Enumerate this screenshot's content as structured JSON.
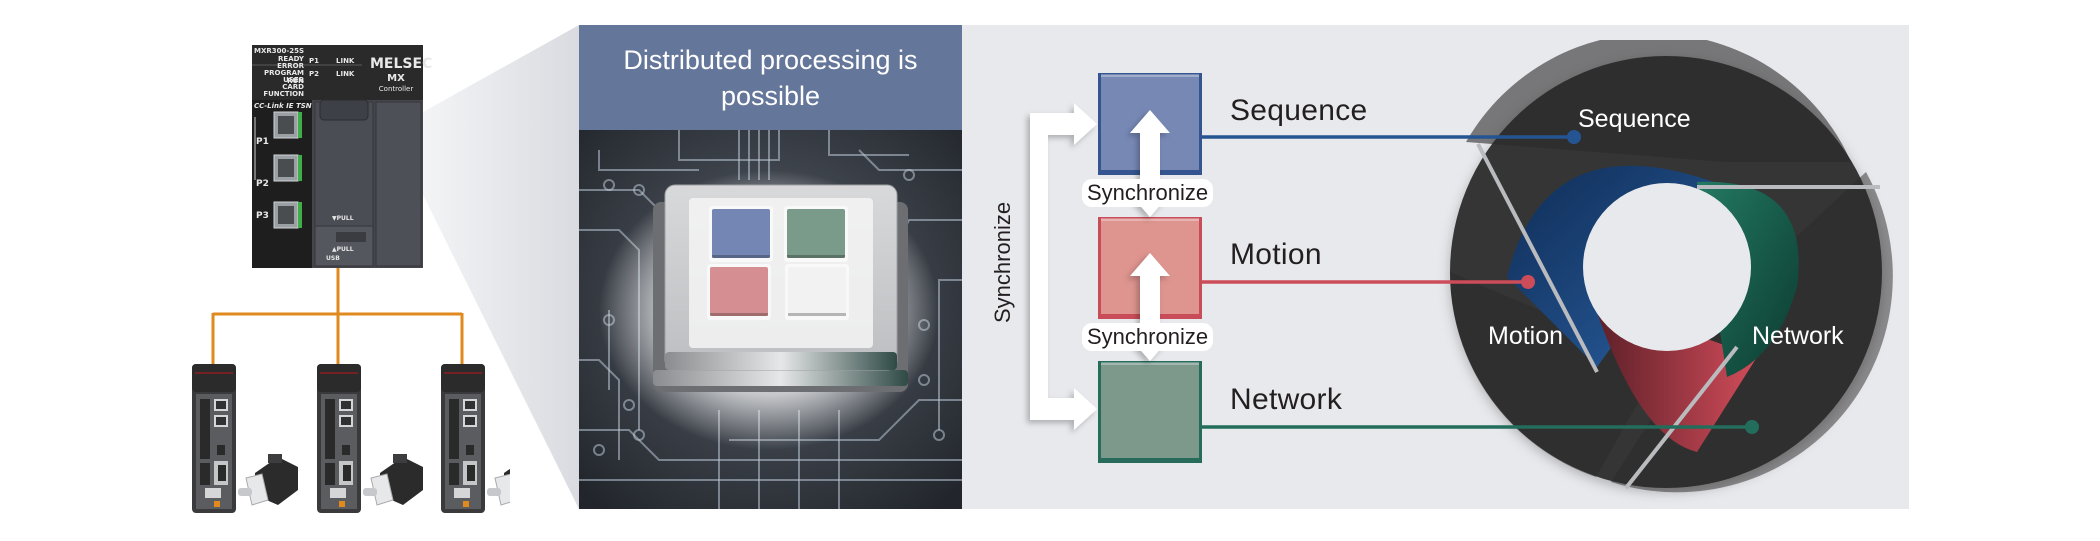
{
  "diagram": {
    "title": "Distributed processing is possible",
    "controller": {
      "model": "MXR300-25S",
      "brand": "MELSEC",
      "series": "MX",
      "type": "Controller",
      "status_leds": [
        "READY",
        "ERROR",
        "PROGRAM RUN",
        "USER",
        "CARD",
        "FUNCTION"
      ],
      "port_labels": [
        "P1",
        "P2",
        "P3"
      ],
      "link_label": "LINK",
      "network_label": "CC-Link IE TSN",
      "pull_top": "▼PULL",
      "pull_bottom": "▲PULL",
      "usb_label": "USB"
    },
    "servo_count": 3,
    "network_line_color": "#e08a1e",
    "chip_tiles": [
      {
        "name": "sequence",
        "color": "#7487b4"
      },
      {
        "name": "network",
        "color": "#7a9a8a"
      },
      {
        "name": "motion",
        "color": "#d58f92"
      },
      {
        "name": "spare",
        "color": "#f2f2f2"
      }
    ],
    "processes": [
      {
        "label": "Sequence",
        "color": "#7788b5",
        "edge": "#34558f",
        "line": "#245592"
      },
      {
        "label": "Motion",
        "color": "#de948f",
        "edge": "#c84d58",
        "line": "#cc4c5a"
      },
      {
        "label": "Network",
        "color": "#7c998b",
        "edge": "#276b5b",
        "line": "#236d5c"
      }
    ],
    "sync_labels": [
      "Synchronize",
      "Synchronize"
    ],
    "sync_outer_label": "Synchronize",
    "ring": {
      "segments": [
        {
          "label": "Sequence",
          "accent": "#1f4f8c"
        },
        {
          "label": "Motion",
          "accent": "#c94957"
        },
        {
          "label": "Network",
          "accent": "#1f6655"
        }
      ],
      "body_color": "#363434"
    }
  }
}
